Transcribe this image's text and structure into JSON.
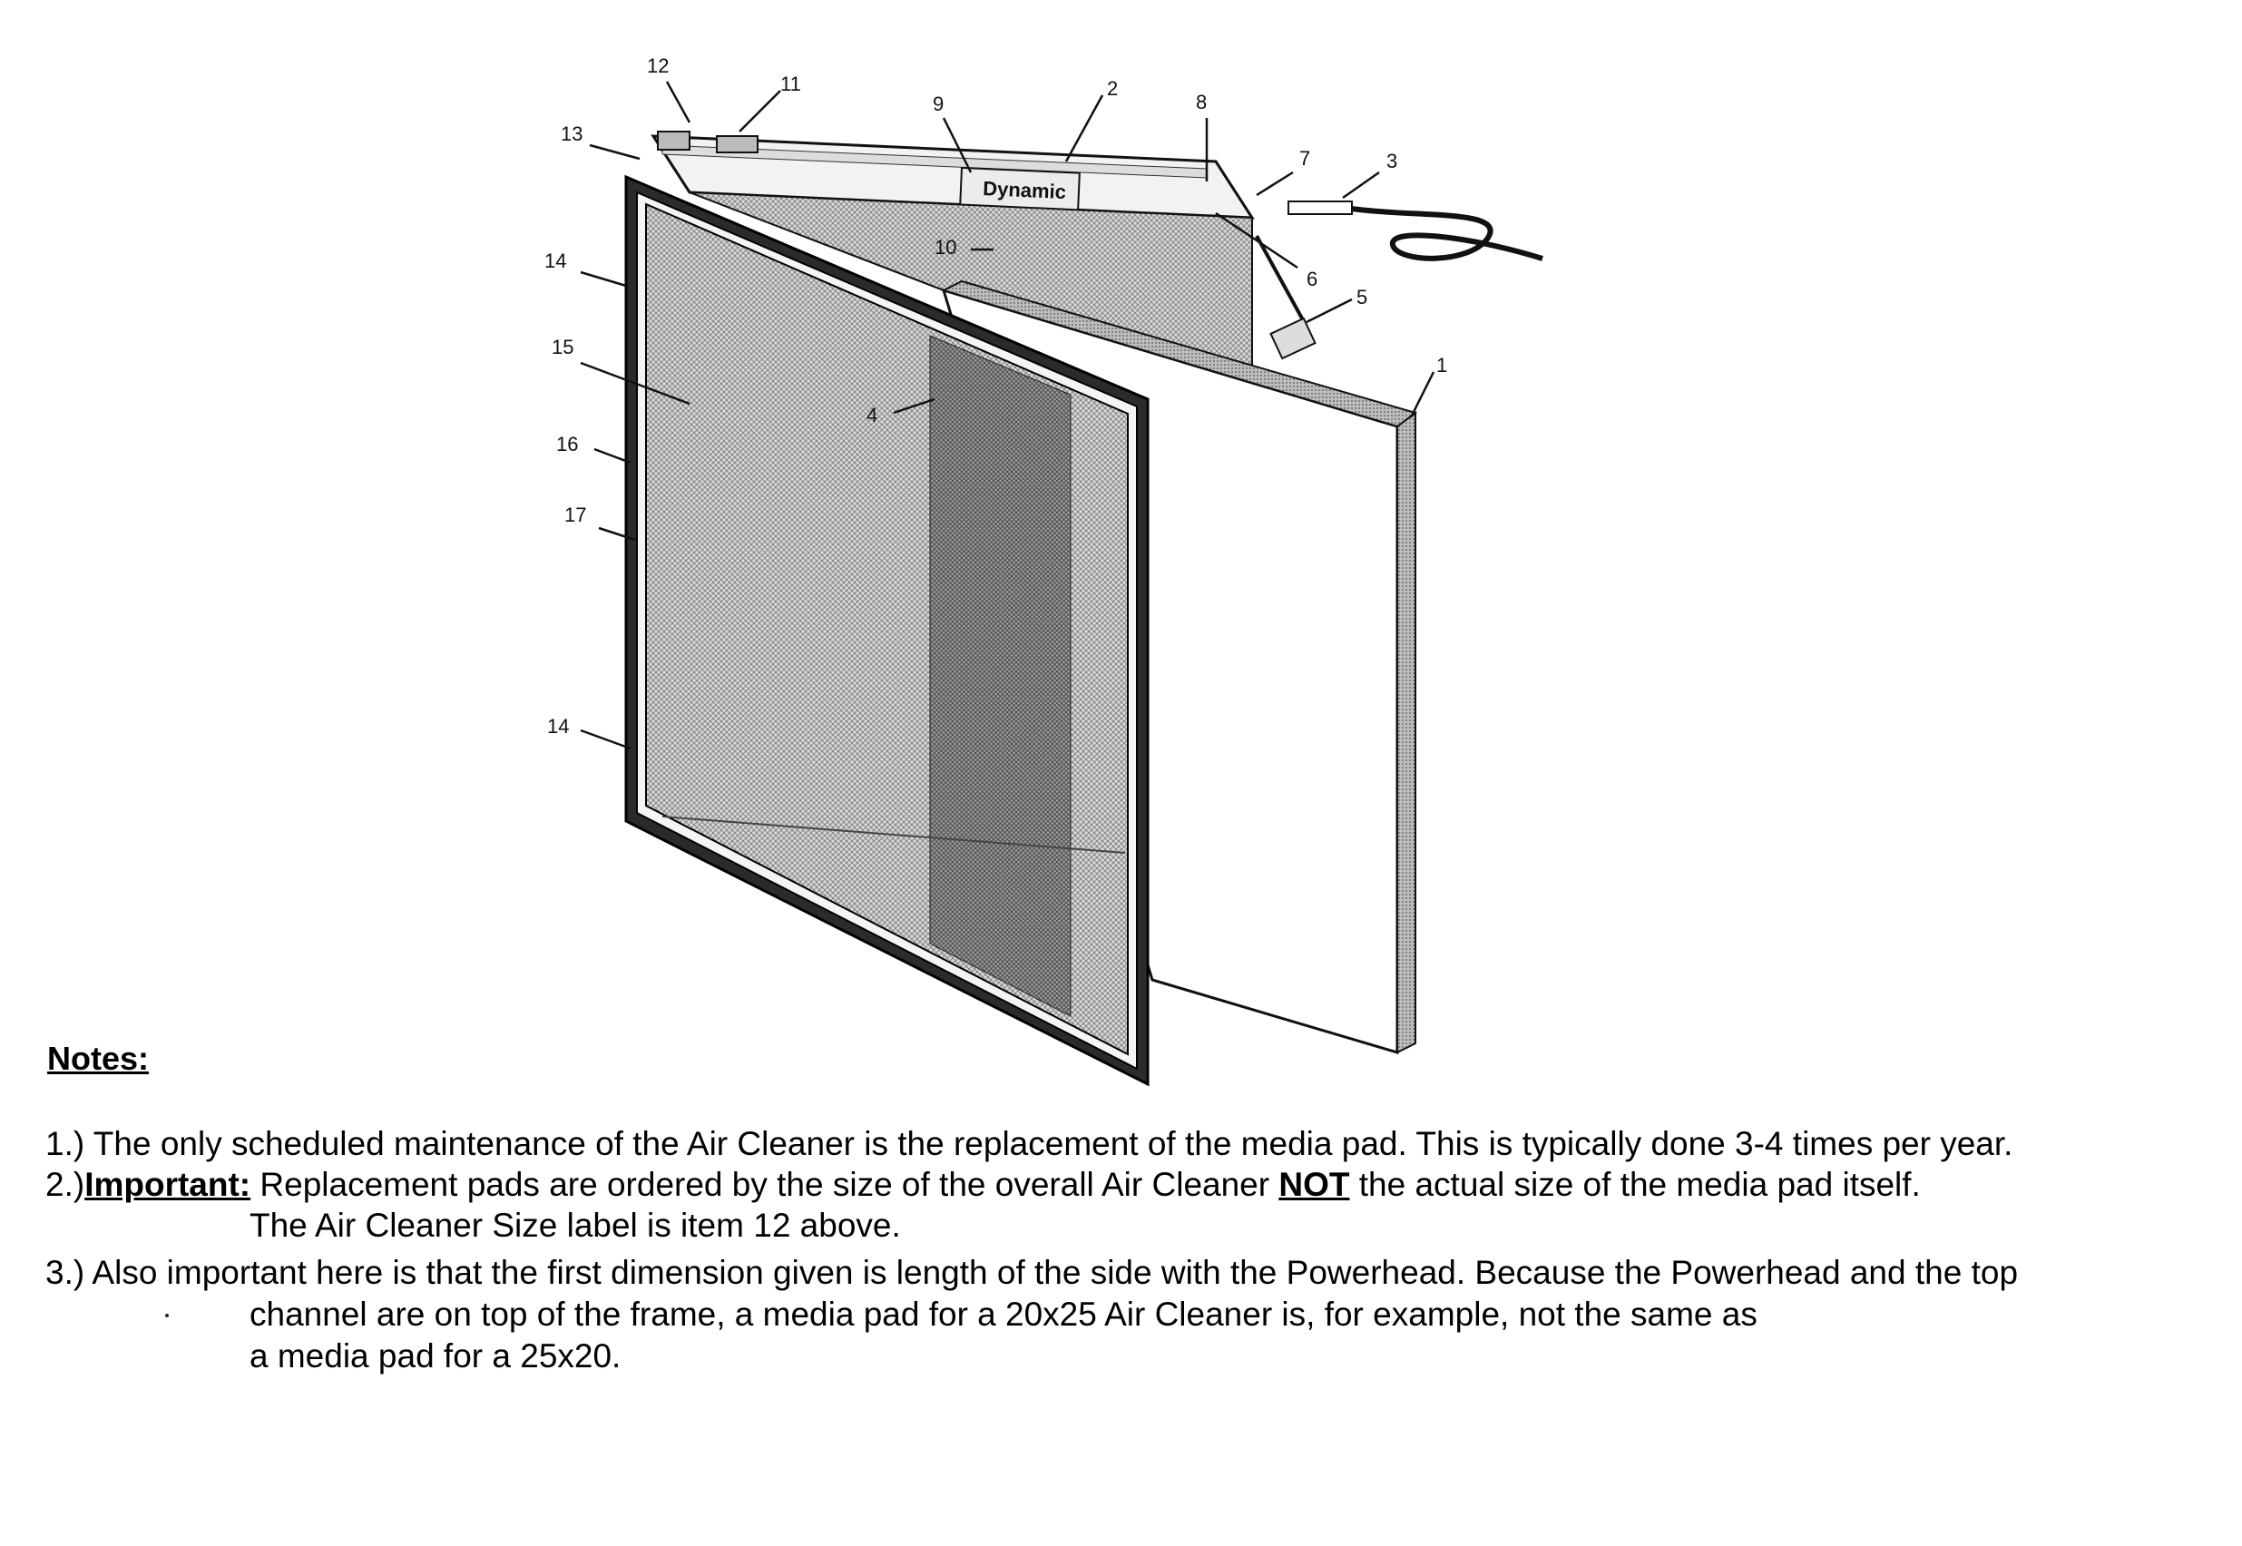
{
  "diagram": {
    "brand_label": "Dynamic",
    "callouts": [
      "12",
      "11",
      "9",
      "2",
      "8",
      "13",
      "7",
      "3",
      "14",
      "10",
      "6",
      "5",
      "15",
      "4",
      "1",
      "16",
      "17",
      "14"
    ]
  },
  "notes": {
    "title": "Notes:",
    "n1": "1.) The only scheduled maintenance of the Air Cleaner is the replacement of the media pad.  This is typically done 3-4 times per year.",
    "n2_prefix": "2.)",
    "n2_important": "Important:",
    "n2_text_a": " Replacement pads are ordered by the size of the overall Air Cleaner ",
    "n2_not": "NOT",
    "n2_text_b": " the actual size of the media pad itself.",
    "n2_line2": "The Air Cleaner Size label is item 12 above.",
    "n3_line1": "3.) Also important here is that the first dimension given is length of the side with the Powerhead.  Because the Powerhead and the top",
    "n3_line2": "channel are on top of the frame, a media pad for a 20x25 Air Cleaner is, for example, not the same as",
    "n3_line3": "a media pad for a 25x20."
  }
}
